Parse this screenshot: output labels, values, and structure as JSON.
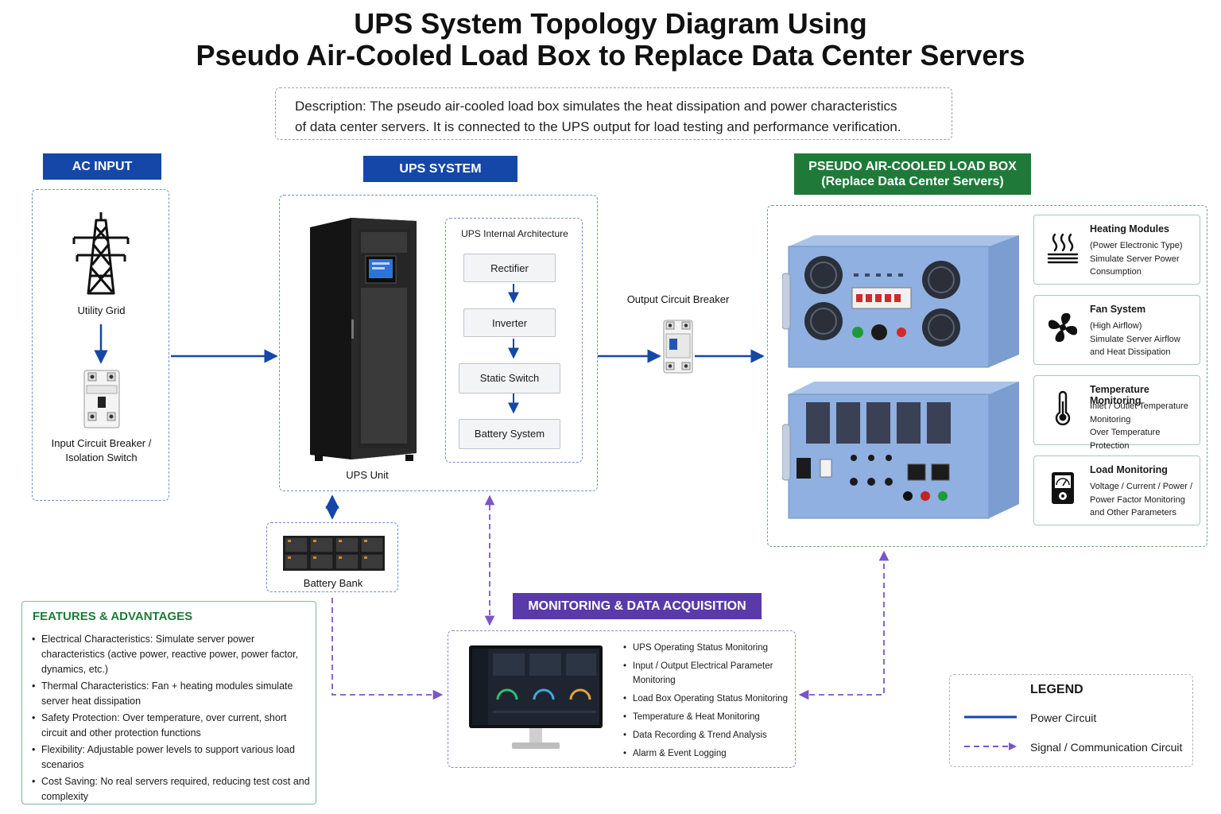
{
  "title": {
    "line1": "UPS System Topology Diagram Using",
    "line2": "Pseudo Air-Cooled Load Box to Replace Data Center Servers"
  },
  "description": {
    "line1": "Description: The pseudo air-cooled load box simulates the heat dissipation and power characteristics",
    "line2": "of data center servers. It is connected to the UPS output for load testing and performance verification."
  },
  "ac_input": {
    "header": "AC INPUT",
    "utility_grid": "Utility Grid",
    "breaker_line1": "Input Circuit Breaker /",
    "breaker_line2": "Isolation Switch"
  },
  "ups_system": {
    "header": "UPS SYSTEM",
    "unit_label": "UPS Unit",
    "architecture_title": "UPS Internal Architecture",
    "architecture": [
      "Rectifier",
      "Inverter",
      "Static Switch",
      "Battery System"
    ]
  },
  "battery_bank": {
    "label": "Battery Bank"
  },
  "output_breaker": {
    "label": "Output Circuit Breaker"
  },
  "load_box": {
    "header_line1": "PSEUDO AIR-COOLED LOAD BOX",
    "header_line2": "(Replace Data Center Servers)",
    "modules": [
      {
        "title": "Heating Modules",
        "desc": [
          "(Power Electronic Type)",
          "Simulate Server Power",
          "Consumption"
        ],
        "icon": "heat-icon"
      },
      {
        "title": "Fan System",
        "desc": [
          "(High Airflow)",
          "Simulate Server Airflow",
          "and Heat Dissipation"
        ],
        "icon": "fan-icon"
      },
      {
        "title": "Temperature Monitoring",
        "desc": [
          "Inlet / Outlet Temperature",
          "Monitoring",
          "Over Temperature Protection"
        ],
        "icon": "thermometer-icon"
      },
      {
        "title": "Load Monitoring",
        "desc": [
          "Voltage / Current / Power /",
          "Power Factor Monitoring",
          "and Other Parameters"
        ],
        "icon": "meter-icon"
      }
    ]
  },
  "monitoring": {
    "header": "MONITORING & DATA ACQUISITION",
    "items": [
      "UPS Operating Status Monitoring",
      "Input / Output Electrical Parameter Monitoring",
      "Load Box Operating Status Monitoring",
      "Temperature & Heat Monitoring",
      "Data Recording & Trend Analysis",
      "Alarm & Event Logging"
    ]
  },
  "features": {
    "header": "FEATURES & ADVANTAGES",
    "items": [
      {
        "label": "Electrical Characteristics:",
        "text": " Simulate server power characteristics (active power, reactive power, power factor, dynamics, etc.)"
      },
      {
        "label": "Thermal Characteristics:",
        "text": " Fan + heating modules simulate server heat dissipation"
      },
      {
        "label": "Safety Protection:",
        "text": "  Over temperature, over current, short circuit and other protection functions"
      },
      {
        "label": "Flexibility:",
        "text": "  Adjustable power levels to support various load scenarios"
      },
      {
        "label": "Cost Saving:",
        "text": "  No real servers required, reducing test cost and complexity"
      }
    ]
  },
  "legend": {
    "title": "LEGEND",
    "power": "Power Circuit",
    "signal": "Signal / Communication Circuit"
  },
  "colors": {
    "blue": "#1447a8",
    "green": "#1f7a3a",
    "purple": "#5a3aa8",
    "power_line": "#1447a8",
    "signal_line": "#7a55c8",
    "load_box_body": "#8fb0e0"
  }
}
